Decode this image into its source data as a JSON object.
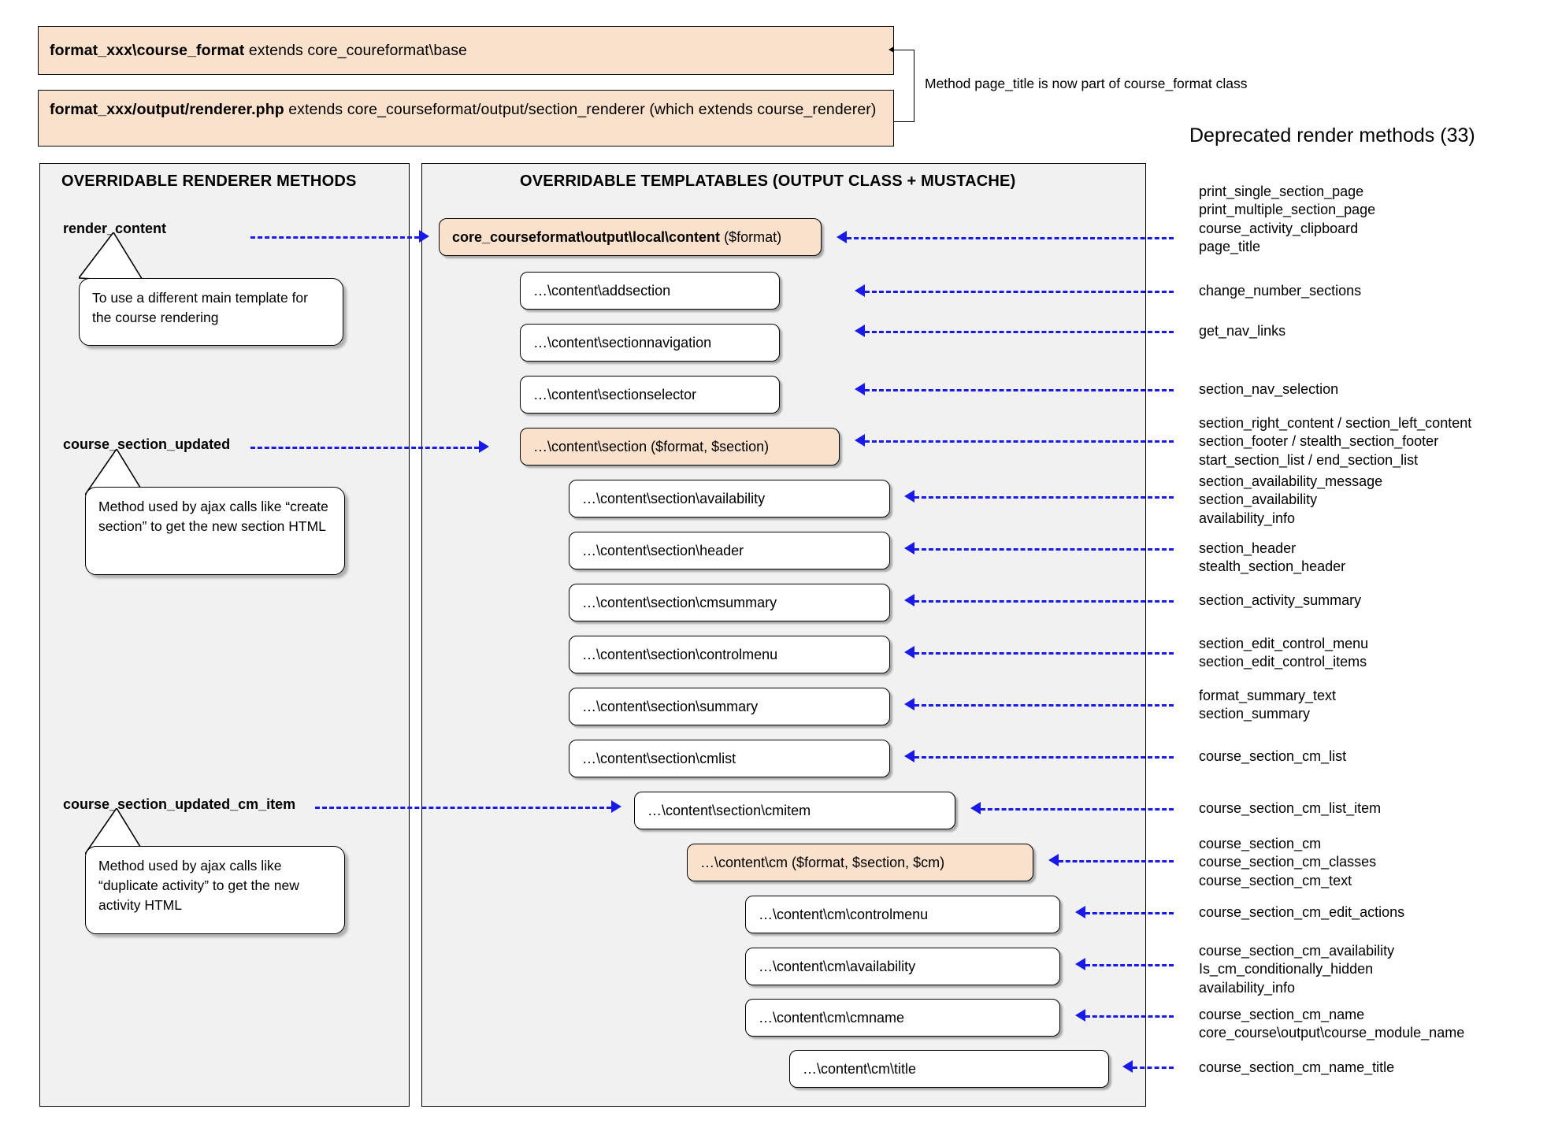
{
  "header": {
    "class_box": {
      "bold": "format_xxx\\course_format",
      "rest": " extends core_coureformat\\base"
    },
    "renderer_box": {
      "bold": "format_xxx/output/renderer.php",
      "rest": " extends core_courseformat/output/section_renderer (which extends course_renderer)"
    },
    "bracket_note": "Method page_title is now part of course_format class",
    "deprecated_title": "Deprecated render methods (33)"
  },
  "left_panel": {
    "title": "OVERRIDABLE RENDERER METHODS",
    "methods": [
      {
        "label": "render_content"
      },
      {
        "label": "course_section_updated"
      },
      {
        "label": "course_section_updated_cm_item"
      }
    ],
    "callouts": [
      "To use a different main template for the course rendering",
      "Method used by ajax calls like “create section” to get the new section HTML",
      "Method used by ajax calls like “duplicate activity” to get the new activity HTML"
    ]
  },
  "middle_panel": {
    "title": "OVERRIDABLE TEMPLATABLES (OUTPUT CLASS + MUSTACHE)",
    "boxes": [
      {
        "bold": "core_courseformat\\output\\local\\content",
        "plain": " ($format)",
        "highlight": true
      },
      {
        "bold": "",
        "plain": "…\\content\\addsection",
        "highlight": false
      },
      {
        "bold": "",
        "plain": "…\\content\\sectionnavigation",
        "highlight": false
      },
      {
        "bold": "",
        "plain": "…\\content\\sectionselector",
        "highlight": false
      },
      {
        "bold": "",
        "plain": "…\\content\\section ($format, $section)",
        "highlight": true
      },
      {
        "bold": "",
        "plain": "…\\content\\section\\availability",
        "highlight": false
      },
      {
        "bold": "",
        "plain": "…\\content\\section\\header",
        "highlight": false
      },
      {
        "bold": "",
        "plain": "…\\content\\section\\cmsummary",
        "highlight": false
      },
      {
        "bold": "",
        "plain": "…\\content\\section\\controlmenu",
        "highlight": false
      },
      {
        "bold": "",
        "plain": "…\\content\\section\\summary",
        "highlight": false
      },
      {
        "bold": "",
        "plain": "…\\content\\section\\cmlist",
        "highlight": false
      },
      {
        "bold": "",
        "plain": "…\\content\\section\\cmitem",
        "highlight": false
      },
      {
        "bold": "",
        "plain": "…\\content\\cm ($format, $section, $cm)",
        "highlight": true
      },
      {
        "bold": "",
        "plain": "…\\content\\cm\\controlmenu",
        "highlight": false
      },
      {
        "bold": "",
        "plain": "…\\content\\cm\\availability",
        "highlight": false
      },
      {
        "bold": "",
        "plain": "…\\content\\cm\\cmname",
        "highlight": false
      },
      {
        "bold": "",
        "plain": "…\\content\\cm\\title",
        "highlight": false
      }
    ]
  },
  "deprecated_methods": [
    {
      "lines": [
        "print_single_section_page",
        "print_multiple_section_page",
        "course_activity_clipboard",
        "page_title"
      ]
    },
    {
      "lines": [
        "change_number_sections"
      ]
    },
    {
      "lines": [
        "get_nav_links"
      ]
    },
    {
      "lines": [
        "section_nav_selection"
      ]
    },
    {
      "lines": [
        "section_right_content / section_left_content",
        "section_footer / stealth_section_footer",
        "start_section_list / end_section_list"
      ]
    },
    {
      "lines": [
        "section_availability_message",
        "section_availability",
        "availability_info"
      ]
    },
    {
      "lines": [
        "section_header",
        "stealth_section_header"
      ]
    },
    {
      "lines": [
        "section_activity_summary"
      ]
    },
    {
      "lines": [
        "section_edit_control_menu",
        "section_edit_control_items"
      ]
    },
    {
      "lines": [
        "format_summary_text",
        "section_summary"
      ]
    },
    {
      "lines": [
        "course_section_cm_list"
      ]
    },
    {
      "lines": [
        "course_section_cm_list_item"
      ]
    },
    {
      "lines": [
        "course_section_cm",
        "course_section_cm_classes",
        "course_section_cm_text"
      ]
    },
    {
      "lines": [
        "course_section_cm_edit_actions"
      ]
    },
    {
      "lines": [
        "course_section_cm_availability",
        "Is_cm_conditionally_hidden",
        "availability_info"
      ]
    },
    {
      "lines": [
        "course_section_cm_name",
        "core_course\\output\\course_module_name"
      ]
    },
    {
      "lines": [
        "course_section_cm_name_title"
      ]
    }
  ],
  "colors": {
    "highlight_fill": "#fae1cb",
    "panel_fill": "#f1f1f1",
    "arrow": "#1a1ae6",
    "border": "#000000"
  }
}
